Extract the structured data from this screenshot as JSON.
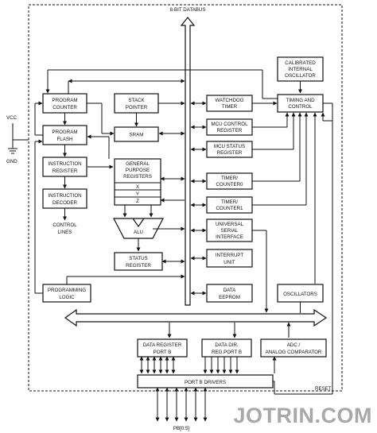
{
  "labels": {
    "databus": "8-BIT DATABUS",
    "vcc": "VCC",
    "gnd": "GND",
    "program_counter": [
      "PROGRAM",
      "COUNTER"
    ],
    "program_flash": [
      "PROGRAM",
      "FLASH"
    ],
    "instruction_register": [
      "INSTRUCTION",
      "REGISTER"
    ],
    "instruction_decoder": [
      "INSTRUCTION",
      "DECODER"
    ],
    "control_lines": [
      "CONTROL",
      "LINES"
    ],
    "stack_pointer": [
      "STACK",
      "POINTER"
    ],
    "sram": "SRAM",
    "gp_registers": [
      "GENERAL",
      "PURPOSE",
      "REGISTERS"
    ],
    "reg_x": "X",
    "reg_y": "Y",
    "reg_z": "Z",
    "alu": "ALU",
    "status_register": [
      "STATUS",
      "REGISTER"
    ],
    "programming_logic": [
      "PROGRAMMING",
      "LOGIC"
    ],
    "data_eeprom": [
      "DATA",
      "EEPROM"
    ],
    "calibrated_oscillator": [
      "CALIBRATED",
      "INTERNAL",
      "OSCILLATOR"
    ],
    "watchdog_timer": [
      "WATCHDOG",
      "TIMER"
    ],
    "timing_control": [
      "TIMING AND",
      "CONTROL"
    ],
    "mcu_control_register": [
      "MCU CONTROL",
      "REGISTER"
    ],
    "mcu_status_register": [
      "MCU STATUS",
      "REGISTER"
    ],
    "timer_counter0": [
      "TIMER/",
      "COUNTER0"
    ],
    "timer_counter1": [
      "TIMER/",
      "COUNTER1"
    ],
    "usi": [
      "UNIVERSAL",
      "SERIAL",
      "INTERFACE"
    ],
    "interrupt_unit": [
      "INTERRUPT",
      "UNIT"
    ],
    "oscillators": "OSCILLATORS",
    "data_register_port_b": [
      "DATA REGISTER",
      "PORT B"
    ],
    "data_dir_reg_port_b": [
      "DATA DIR.",
      "REG.PORT B"
    ],
    "adc_comparator": [
      "ADC /",
      "ANALOG COMPARATOR"
    ],
    "port_b_drivers": "PORT B DRIVERS",
    "reset": "RESET",
    "pins": "PB[0:5]"
  },
  "watermark": "JOTRIN.COM"
}
